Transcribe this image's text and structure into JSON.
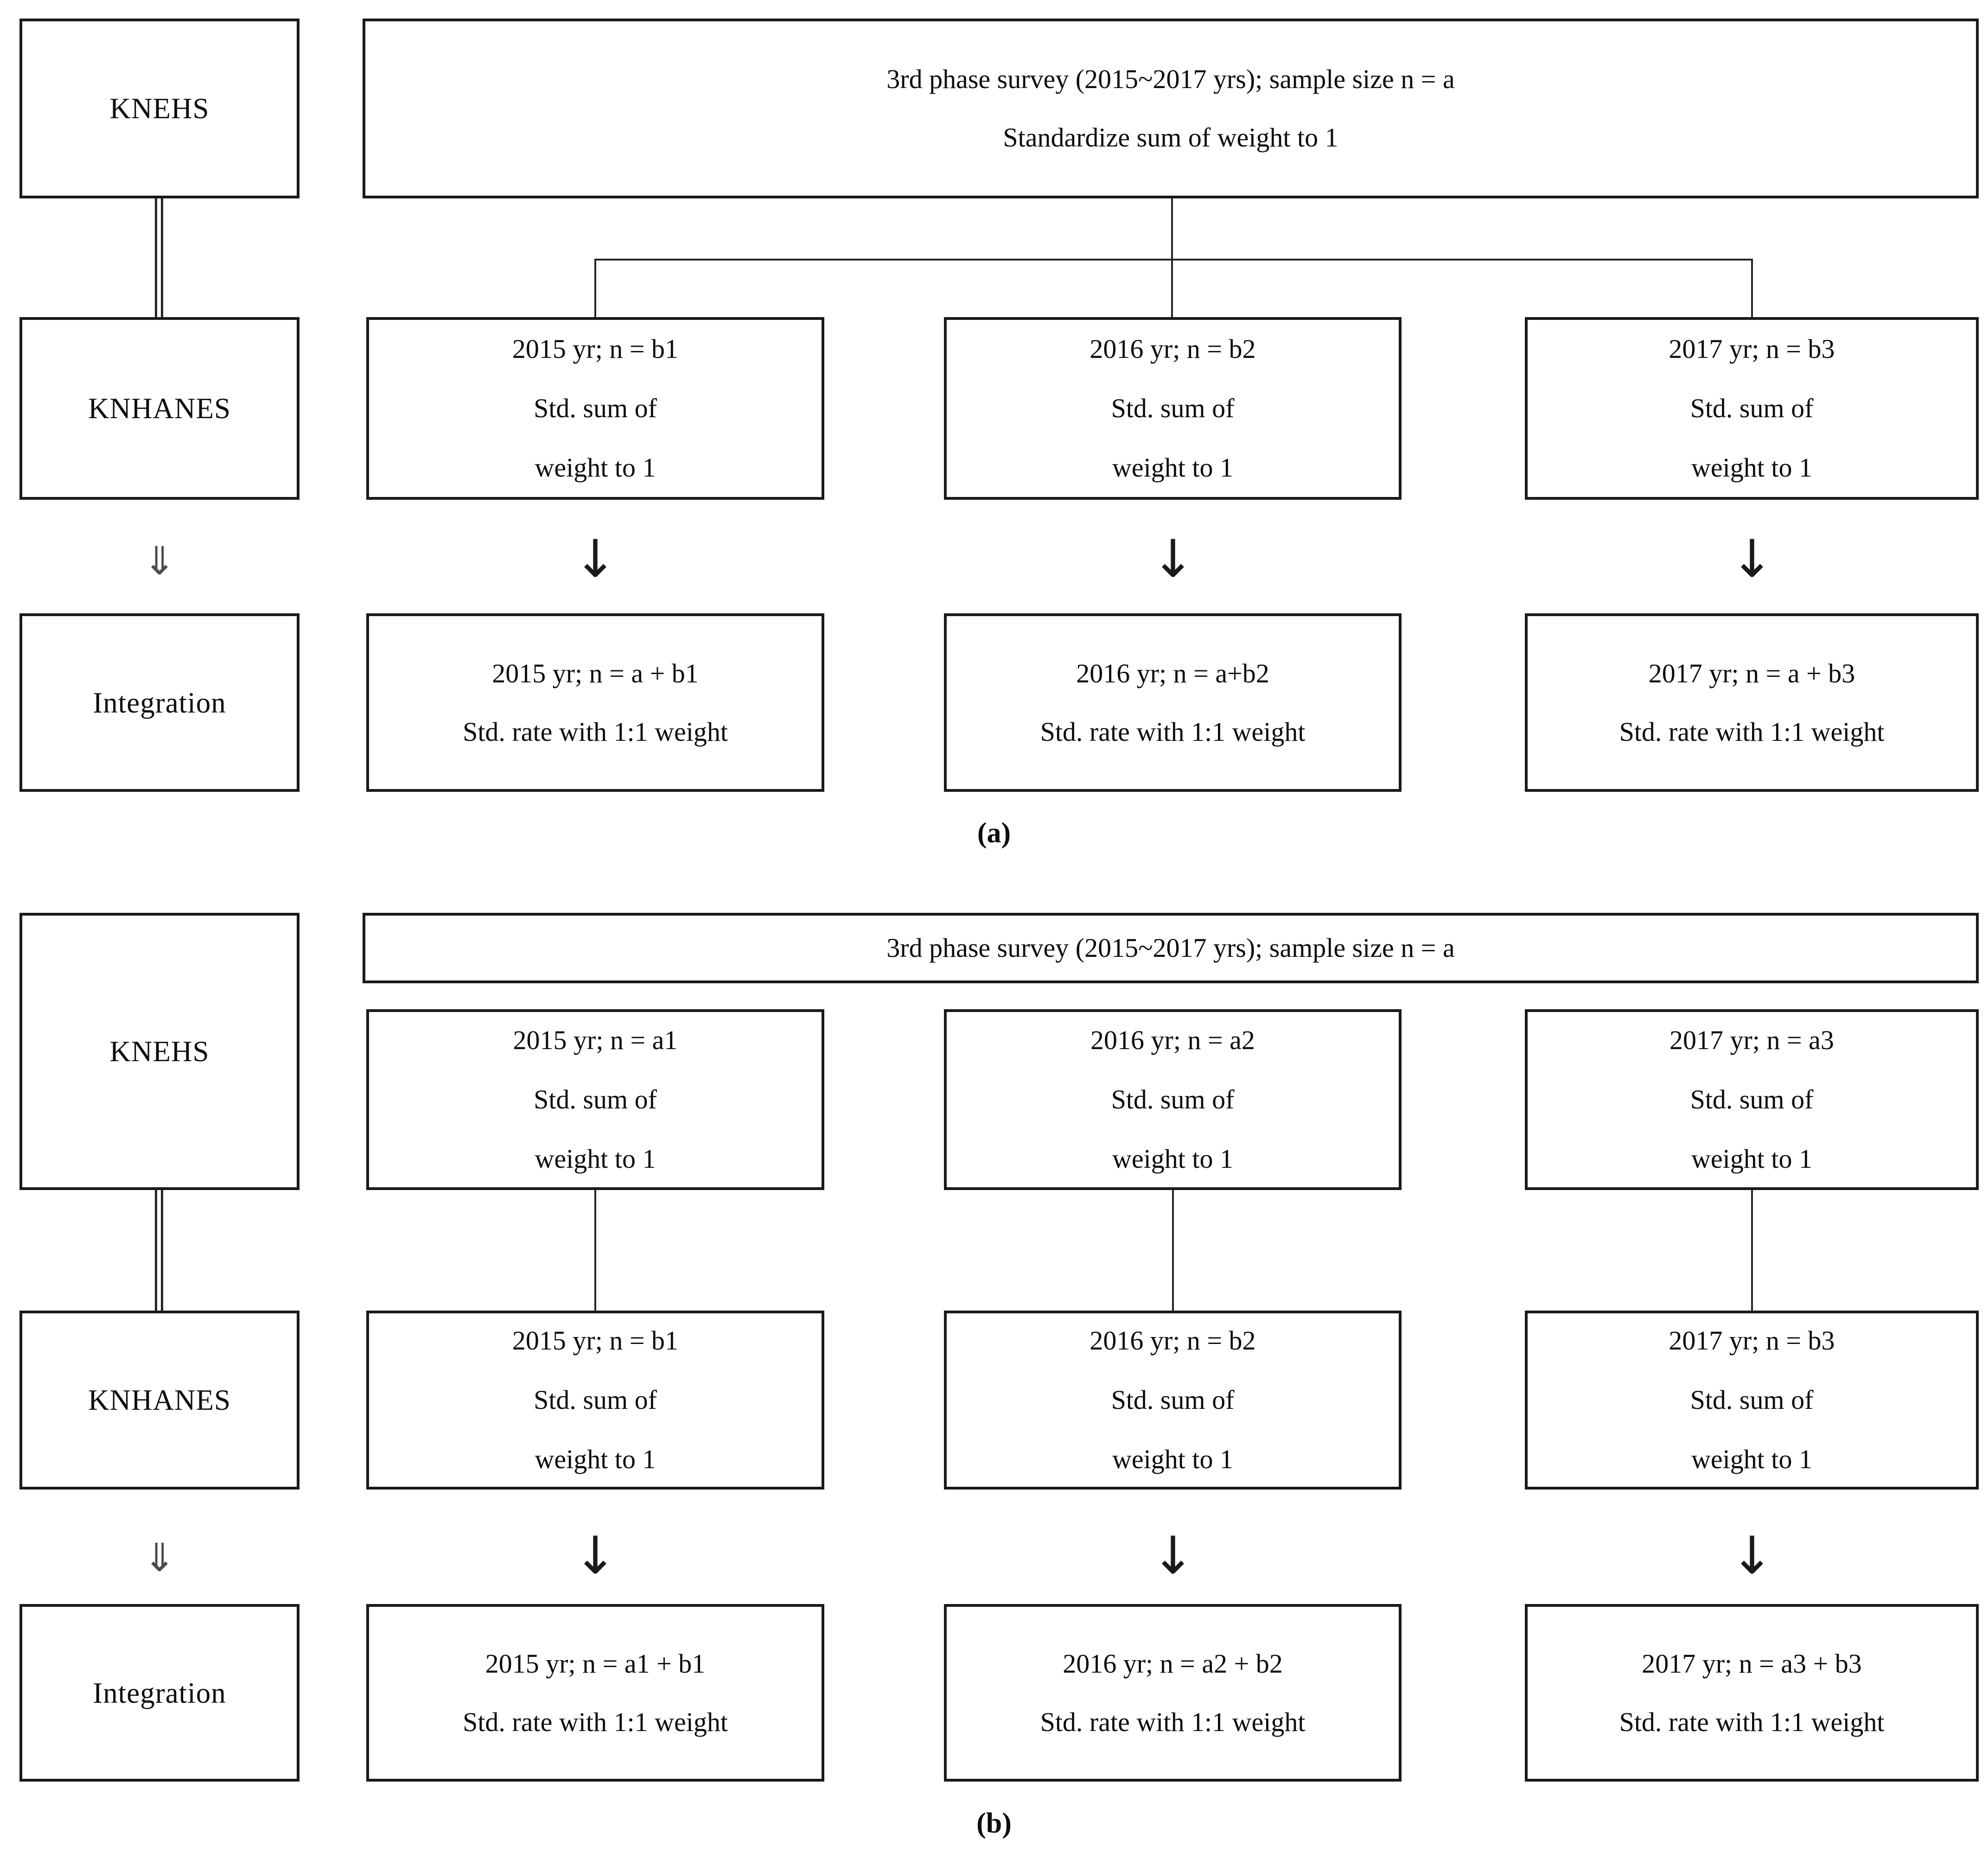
{
  "arrows": {
    "double_down": "⇓",
    "single_down": "↓"
  },
  "panel_a": {
    "caption": "(a)",
    "left_column": {
      "top": "KNEHS",
      "middle": "KNHANES",
      "bottom": "Integration"
    },
    "survey": {
      "line1": "3rd phase survey (2015~2017 yrs); sample size n = a",
      "line2": "Standardize sum of weight to 1"
    },
    "knhanes_row": [
      {
        "line1": "2015 yr; n = b1",
        "line2": "Std. sum of",
        "line3": "weight to 1"
      },
      {
        "line1": "2016 yr; n = b2",
        "line2": "Std. sum of",
        "line3": "weight to 1"
      },
      {
        "line1": "2017 yr; n = b3",
        "line2": "Std. sum of",
        "line3": "weight to 1"
      }
    ],
    "integration_row": [
      {
        "line1": "2015 yr; n = a + b1",
        "line2": "Std. rate with 1:1 weight"
      },
      {
        "line1": "2016 yr; n = a+b2",
        "line2": "Std. rate with 1:1 weight"
      },
      {
        "line1": "2017 yr; n = a + b3",
        "line2": "Std. rate with 1:1 weight"
      }
    ]
  },
  "panel_b": {
    "caption": "(b)",
    "left_column": {
      "top": "KNEHS",
      "middle": "KNHANES",
      "bottom": "Integration"
    },
    "survey": {
      "line1": "3rd phase survey (2015~2017 yrs); sample size n = a"
    },
    "knehs_row": [
      {
        "line1": "2015 yr; n = a1",
        "line2": "Std. sum of",
        "line3": "weight to 1"
      },
      {
        "line1": "2016 yr; n = a2",
        "line2": "Std. sum of",
        "line3": "weight to 1"
      },
      {
        "line1": "2017 yr; n = a3",
        "line2": "Std. sum of",
        "line3": "weight to 1"
      }
    ],
    "knhanes_row": [
      {
        "line1": "2015 yr; n = b1",
        "line2": "Std. sum of",
        "line3": "weight to 1"
      },
      {
        "line1": "2016 yr; n = b2",
        "line2": "Std. sum of",
        "line3": "weight to 1"
      },
      {
        "line1": "2017 yr; n = b3",
        "line2": "Std. sum of",
        "line3": "weight to 1"
      }
    ],
    "integration_row": [
      {
        "line1": "2015 yr; n = a1 + b1",
        "line2": "Std. rate with 1:1 weight"
      },
      {
        "line1": "2016 yr; n = a2 + b2",
        "line2": "Std. rate with 1:1 weight"
      },
      {
        "line1": "2017 yr; n = a3 + b3",
        "line2": "Std. rate with 1:1 weight"
      }
    ]
  }
}
